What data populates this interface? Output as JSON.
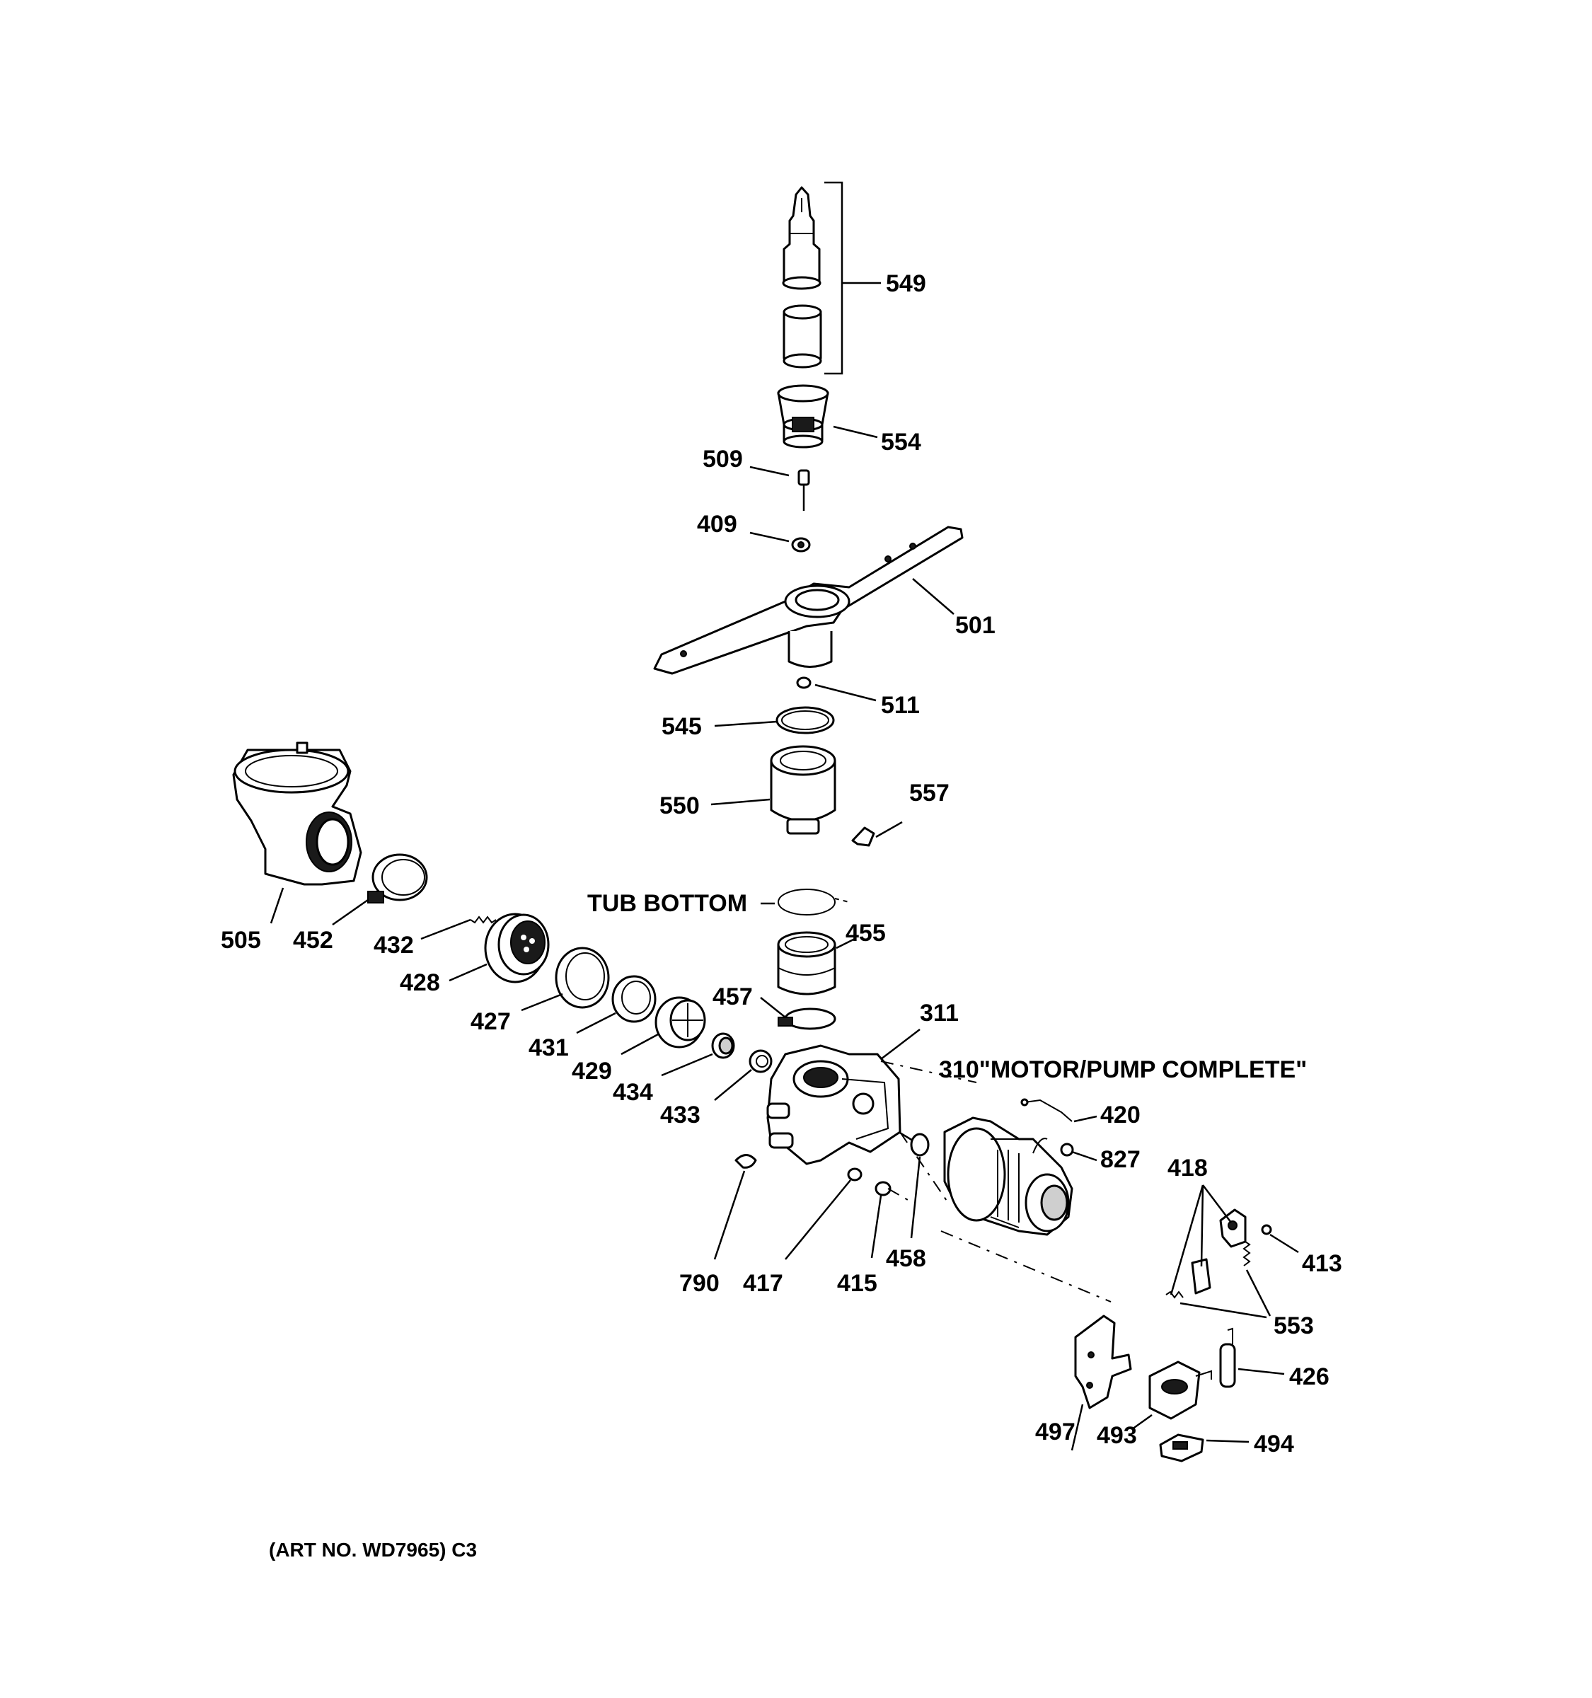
{
  "diagram": {
    "callouts": {
      "c549": "549",
      "c554": "554",
      "c509": "509",
      "c409": "409",
      "c501": "501",
      "c511": "511",
      "c545": "545",
      "c550": "550",
      "c557": "557",
      "c505": "505",
      "c452": "452",
      "c432": "432",
      "c428": "428",
      "c427": "427",
      "c431": "431",
      "c429": "429",
      "c434": "434",
      "c433": "433",
      "c455": "455",
      "c457": "457",
      "c311": "311",
      "c420": "420",
      "c827": "827",
      "c418": "418",
      "c413": "413",
      "c553": "553",
      "c426": "426",
      "c494": "494",
      "c493": "493",
      "c497": "497",
      "c790": "790",
      "c417": "417",
      "c415": "415",
      "c458": "458"
    },
    "tub_bottom_label": "TUB BOTTOM",
    "motor_pump_label": "310\"MOTOR/PUMP COMPLETE\"",
    "art_number": "(ART NO. WD7965) C3"
  }
}
